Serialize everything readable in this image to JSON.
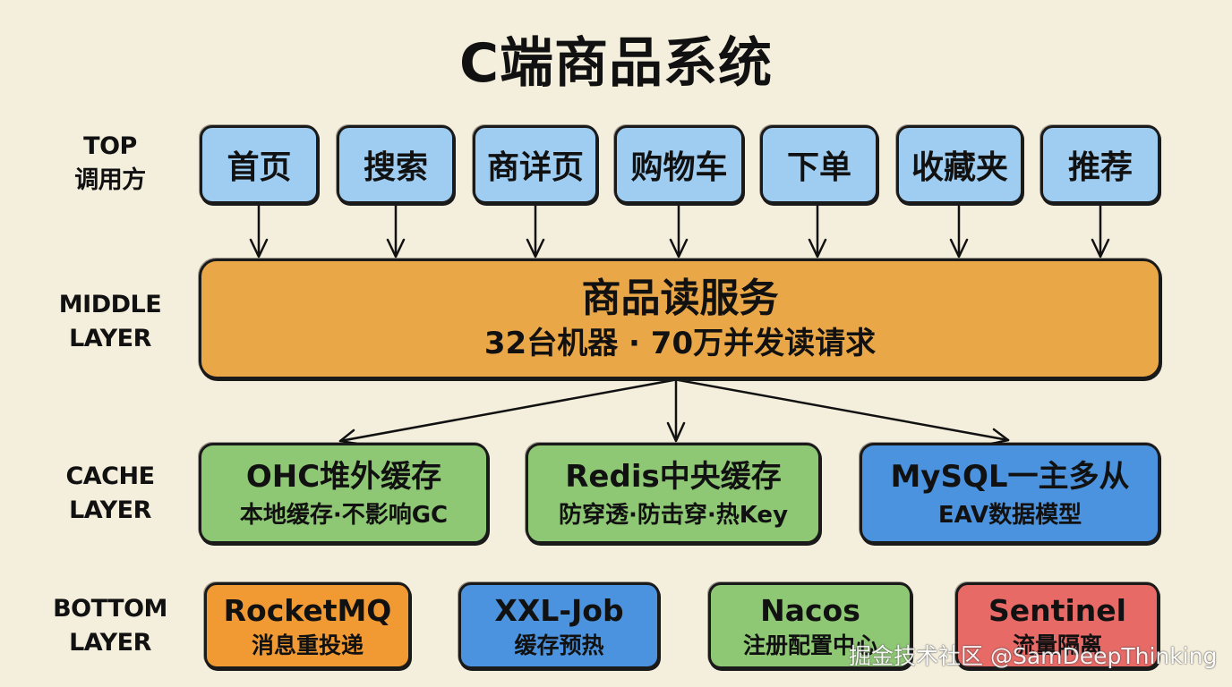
{
  "title": "C端商品系统",
  "layers": {
    "top": {
      "line1": "TOP",
      "line2": "调用方"
    },
    "middle": {
      "line1": "MIDDLE",
      "line2": "LAYER"
    },
    "cache": {
      "line1": "CACHE",
      "line2": "LAYER"
    },
    "bottom": {
      "line1": "BOTTOM",
      "line2": "LAYER"
    }
  },
  "callers": [
    "首页",
    "搜索",
    "商详页",
    "购物车",
    "下单",
    "收藏夹",
    "推荐"
  ],
  "service": {
    "name": "商品读服务",
    "detail": "32台机器 · 70万并发读请求"
  },
  "cache_nodes": [
    {
      "name": "OHC堆外缓存",
      "detail": "本地缓存·不影响GC",
      "color": "#8fc874"
    },
    {
      "name": "Redis中央缓存",
      "detail": "防穿透·防击穿·热Key",
      "color": "#8fc874"
    },
    {
      "name": "MySQL一主多从",
      "detail": "EAV数据模型",
      "color": "#4b93de"
    }
  ],
  "infra_nodes": [
    {
      "name": "RocketMQ",
      "detail": "消息重投递",
      "color": "#f19a33"
    },
    {
      "name": "XXL-Job",
      "detail": "缓存预热",
      "color": "#4b93de"
    },
    {
      "name": "Nacos",
      "detail": "注册配置中心",
      "color": "#8fc874"
    },
    {
      "name": "Sentinel",
      "detail": "流量隔离",
      "color": "#e86a66"
    }
  ],
  "watermark": "掘金技术社区 @SamDeepThinking",
  "colors": {
    "background": "#f4eedc",
    "caller": "#9fcdf2",
    "service": "#e9a748"
  }
}
